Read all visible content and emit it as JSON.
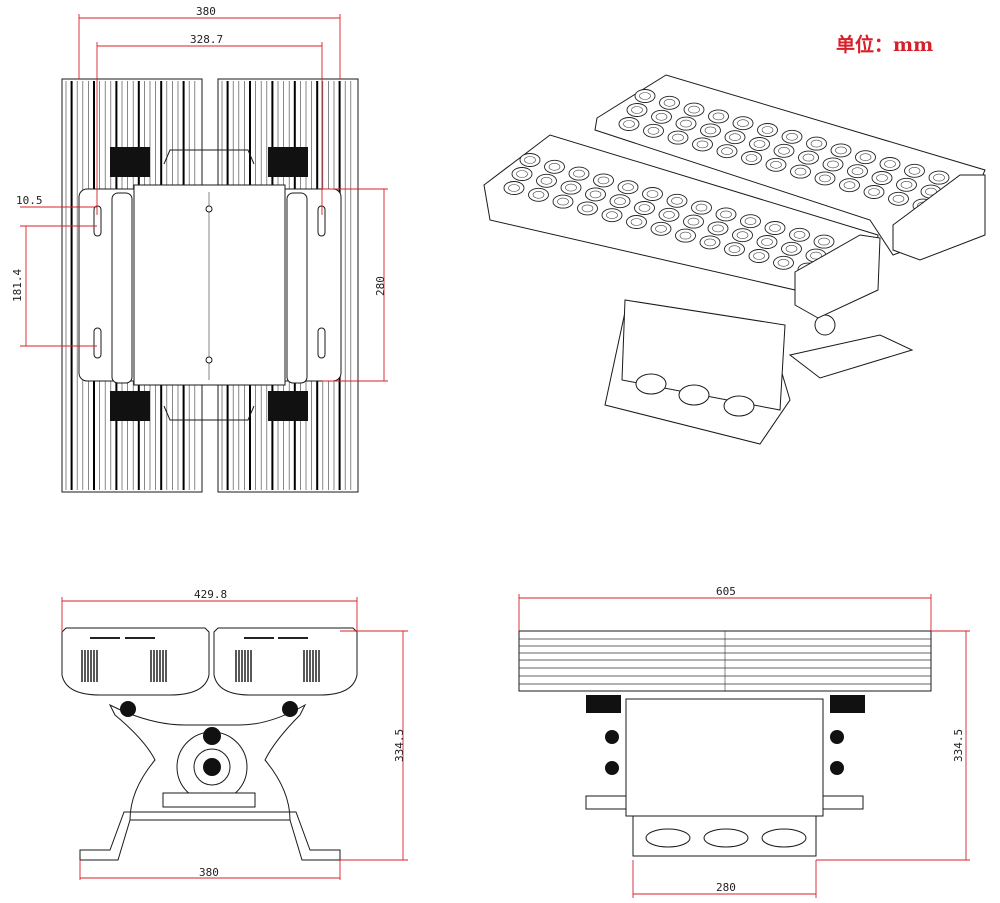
{
  "unit_label": "单位：mm",
  "views": {
    "top": {
      "width_overall": "380",
      "width_inner": "328.7",
      "offset_small": "10.5",
      "slot_spacing": "181.4",
      "height_plate": "280"
    },
    "side": {
      "width_heads": "429.8",
      "height": "334.5",
      "base_width": "380"
    },
    "front": {
      "length": "605",
      "height": "334.5",
      "bracket_width": "280"
    }
  },
  "colors": {
    "dimension": "#d8202a",
    "outline": "#1a1a1a"
  }
}
